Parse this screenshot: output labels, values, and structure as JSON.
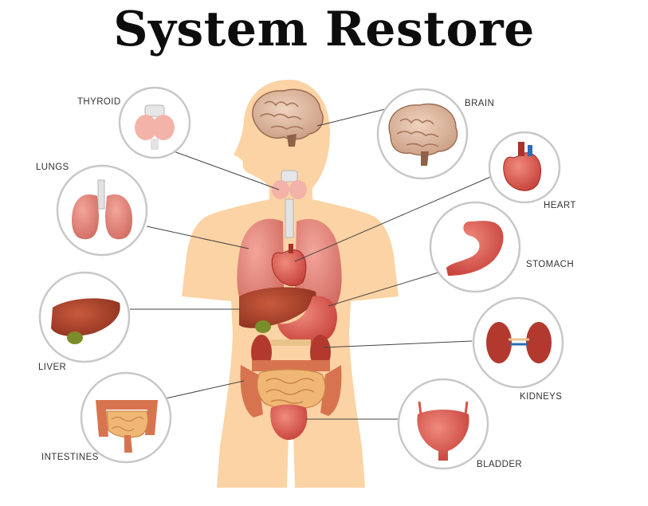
{
  "title": "System Restore",
  "labels": {
    "thyroid": "THYROID",
    "lungs": "LUNGS",
    "liver": "LIVER",
    "intestines": "INTESTINES",
    "brain": "BRAIN",
    "heart": "HEART",
    "stomach": "STOMACH",
    "kidneys": "KIDNEYS",
    "bladder": "BLADDER"
  },
  "colors": {
    "body": "#fcd3a4",
    "organ_red": "#d8554a",
    "organ_dark": "#9e2a22",
    "brain": "#dcb59c",
    "intestine": "#e9a96a",
    "liver": "#a9452c",
    "circle_stroke": "#c8c8c8",
    "leader": "#444444"
  }
}
